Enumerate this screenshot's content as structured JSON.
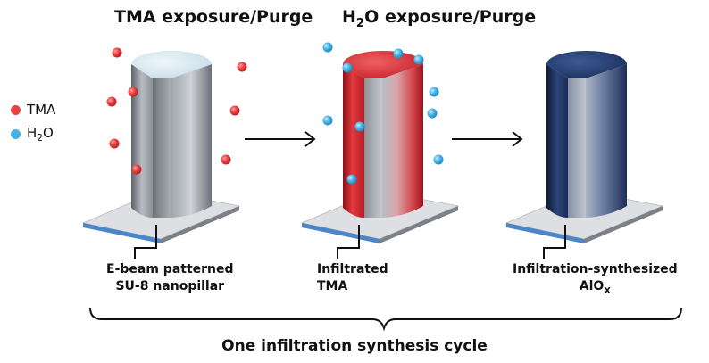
{
  "titles": {
    "step1": "TMA exposure/Purge",
    "step2_prefix": "H",
    "step2_sub": "2",
    "step2_suffix": "O exposure/Purge"
  },
  "legend": {
    "tma_label": "TMA",
    "h2o_prefix": "H",
    "h2o_sub": "2",
    "h2o_suffix": "O"
  },
  "captions": {
    "c1_line1": "E-beam patterned",
    "c1_line2": "SU-8 nanopillar",
    "c2_line1": "Infiltrated",
    "c2_line2": "TMA",
    "c3_line1": "Infiltration-synthesized",
    "c3_line2_main": "AlO",
    "c3_line2_sub": "X"
  },
  "cycle_label": "One infiltration synthesis cycle",
  "colors": {
    "tma": "#e8403f",
    "h2o": "#41b3e6",
    "pillar_grey": "#9ea3ab",
    "pillar_red": "#c8202a",
    "pillar_navy": "#1b2f5c",
    "substrate_top": "#d9dadd",
    "substrate_edge": "#4a86c8"
  }
}
